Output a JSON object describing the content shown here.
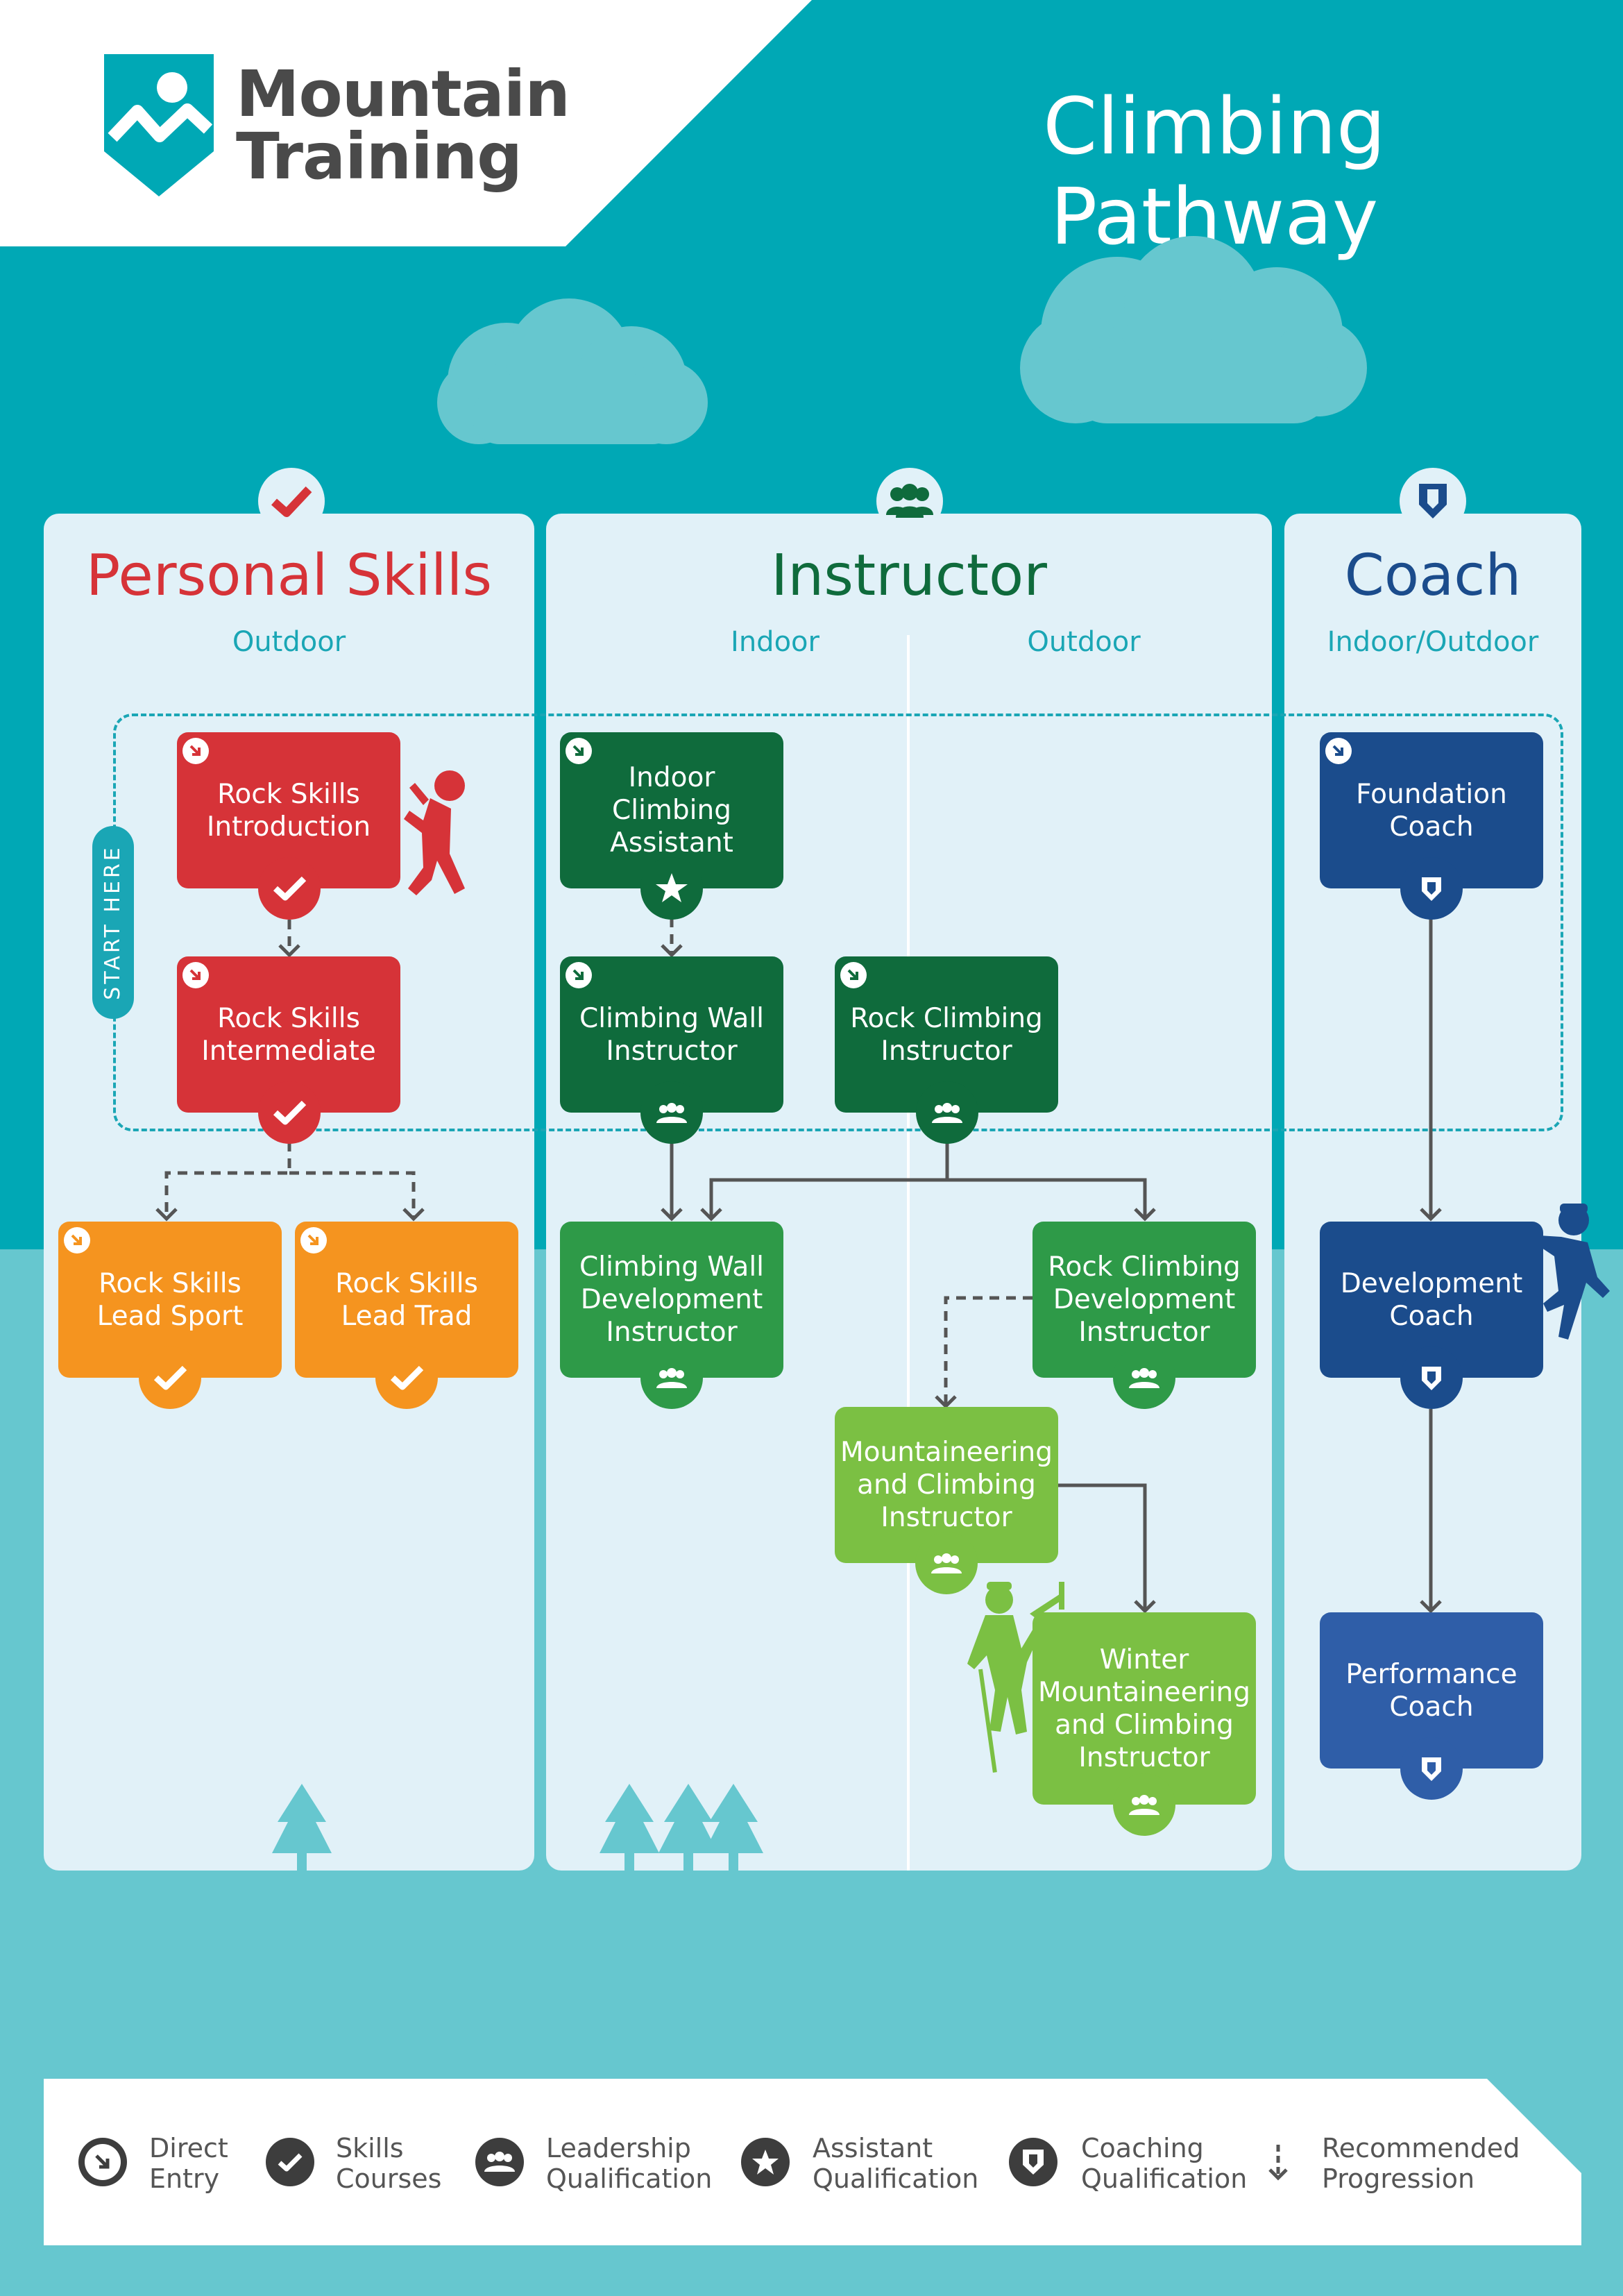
{
  "header": {
    "brand_line1": "Mountain",
    "brand_line2": "Training",
    "title": "Climbing Pathway"
  },
  "columns": {
    "personal": {
      "title": "Personal Skills",
      "sub": "Outdoor",
      "color": "#d63338",
      "icon": "check-icon"
    },
    "instructor": {
      "title": "Instructor",
      "sub_left": "Indoor",
      "sub_right": "Outdoor",
      "color": "#0f6b3c",
      "icon": "group-icon"
    },
    "coach": {
      "title": "Coach",
      "sub": "Indoor/Outdoor",
      "color": "#1b4c8c",
      "icon": "shield-icon"
    }
  },
  "start_label": "START HERE",
  "nodes": {
    "rs_intro": "Rock Skills\nIntroduction",
    "rs_inter": "Rock Skills\nIntermediate",
    "rs_sport": "Rock Skills\nLead Sport",
    "rs_trad": "Rock Skills\nLead Trad",
    "ica": "Indoor\nClimbing\nAssistant",
    "cwi": "Climbing Wall\nInstructor",
    "rci": "Rock Climbing\nInstructor",
    "cwdi": "Climbing Wall\nDevelopment\nInstructor",
    "rcdi": "Rock Climbing\nDevelopment\nInstructor",
    "mci": "Mountaineering\nand Climbing\nInstructor",
    "wmci": "Winter\nMountaineering\nand Climbing\nInstructor",
    "fc": "Foundation\nCoach",
    "dc": "Development\nCoach",
    "pc": "Performance\nCoach"
  },
  "colors": {
    "red": "#d63338",
    "orange": "#f5941f",
    "dark_green": "#0f6b3c",
    "mid_green": "#2e9a48",
    "light_green": "#7bc043",
    "dark_blue": "#1b4c8c",
    "mid_blue": "#2f5ea8",
    "teal": "#00a8b5",
    "light_teal": "#66c7cf"
  },
  "legend": [
    {
      "label": "Direct\nEntry",
      "icon": "direct-entry-icon"
    },
    {
      "label": "Skills\nCourses",
      "icon": "check-icon"
    },
    {
      "label": "Leadership\nQualification",
      "icon": "group-icon"
    },
    {
      "label": "Assistant\nQualification",
      "icon": "star-icon"
    },
    {
      "label": "Coaching\nQualification",
      "icon": "shield-icon"
    },
    {
      "label": "Recommended\nProgression",
      "icon": "arrow-down-icon"
    }
  ]
}
